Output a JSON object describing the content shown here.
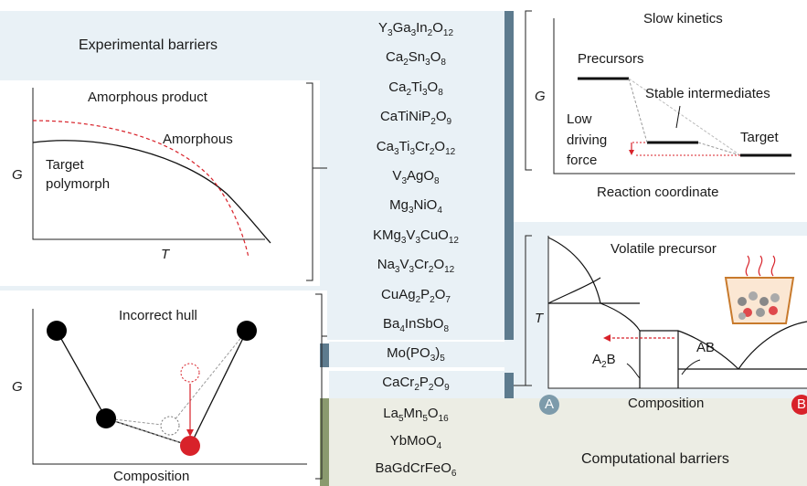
{
  "colors": {
    "band_blue": "#e9f1f6",
    "band_green": "#ecede4",
    "bar_blue": "#5d7b8e",
    "bar_green": "#8a9a6e",
    "red": "#d8222a",
    "badge_a": "#7d9bab"
  },
  "headers": {
    "experimental": "Experimental barriers",
    "computational": "Computational barriers"
  },
  "amorphous_panel": {
    "title": "Amorphous product",
    "curve_label": "Amorphous",
    "target_label_1": "Target",
    "target_label_2": "polymorph",
    "y_axis": "G",
    "x_axis": "T"
  },
  "hull_panel": {
    "title": "Incorrect hull",
    "y_axis": "G",
    "x_axis": "Composition"
  },
  "kinetics_panel": {
    "title": "Slow kinetics",
    "y_axis": "G",
    "x_axis": "Reaction coordinate",
    "precursors": "Precursors",
    "intermediates": "Stable intermediates",
    "target": "Target",
    "driving_1": "Low",
    "driving_2": "driving",
    "driving_3": "force"
  },
  "volatile_panel": {
    "title": "Volatile precursor",
    "y_axis": "T",
    "x_axis": "Composition",
    "phase_ab": "AB",
    "phase_a2b": "A",
    "phase_a2b_sub": "2",
    "phase_a2b_end": "B",
    "endpoint_a": "A",
    "endpoint_b": "B"
  },
  "experimental_formulas": [
    [
      [
        "Y",
        "3"
      ],
      [
        "Ga",
        "3"
      ],
      [
        "In",
        "2"
      ],
      [
        "O",
        "12"
      ]
    ],
    [
      [
        "Ca",
        "2"
      ],
      [
        "Sn",
        "3"
      ],
      [
        "O",
        "8"
      ]
    ],
    [
      [
        "Ca",
        "2"
      ],
      [
        "Ti",
        "3"
      ],
      [
        "O",
        "8"
      ]
    ],
    [
      [
        "CaTiNiP",
        "2"
      ],
      [
        "O",
        "9"
      ]
    ],
    [
      [
        "Ca",
        "3"
      ],
      [
        "Ti",
        "3"
      ],
      [
        "Cr",
        "2"
      ],
      [
        "O",
        "12"
      ]
    ],
    [
      [
        "V",
        "3"
      ],
      [
        "AgO",
        "8"
      ]
    ],
    [
      [
        "Mg",
        "3"
      ],
      [
        "NiO",
        "4"
      ]
    ],
    [
      [
        "KMg",
        "3"
      ],
      [
        "V",
        "3"
      ],
      [
        "CuO",
        "12"
      ]
    ],
    [
      [
        "Na",
        "3"
      ],
      [
        "V",
        "3"
      ],
      [
        "Cr",
        "2"
      ],
      [
        "O",
        "12"
      ]
    ],
    [
      [
        "CuAg",
        "2"
      ],
      [
        "P",
        "2"
      ],
      [
        "O",
        "7"
      ]
    ],
    [
      [
        "Ba",
        "4"
      ],
      [
        "InSbO",
        "8"
      ]
    ]
  ],
  "hull_formula": [
    [
      "Mo(PO",
      "3"
    ],
    [
      ")",
      "5"
    ]
  ],
  "kinetics_formula": [
    [
      "CaCr",
      "2"
    ],
    [
      "P",
      "2"
    ],
    [
      "O",
      "9"
    ]
  ],
  "computational_formulas": [
    [
      [
        "La",
        "5"
      ],
      [
        "Mn",
        "5"
      ],
      [
        "O",
        "16"
      ]
    ],
    [
      [
        "YbMoO",
        "4"
      ]
    ],
    [
      [
        "BaGdCrFeO",
        "6"
      ]
    ]
  ]
}
